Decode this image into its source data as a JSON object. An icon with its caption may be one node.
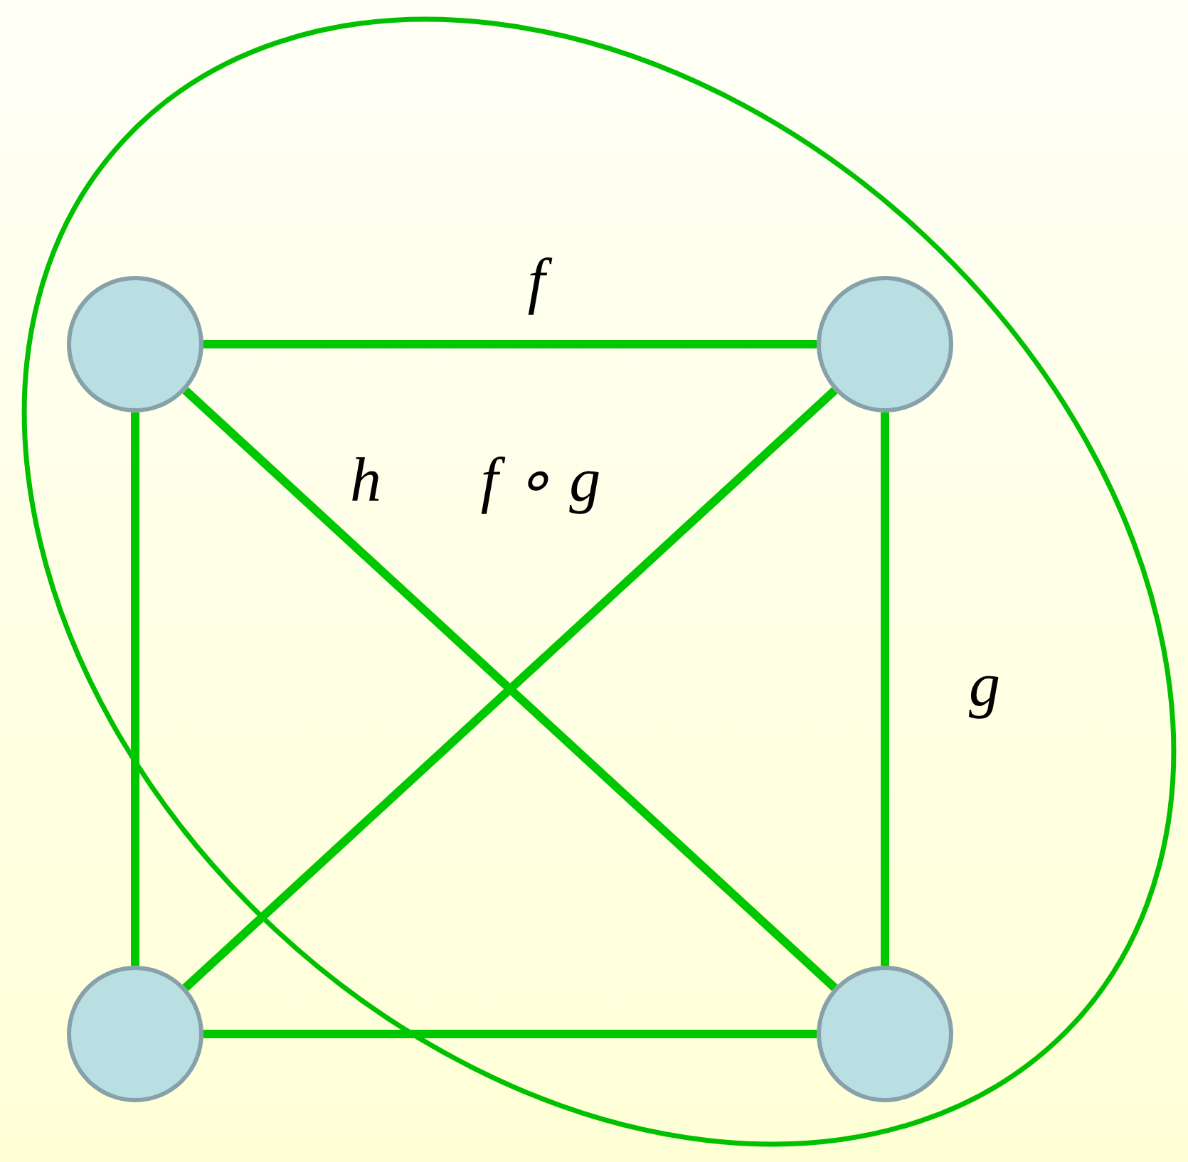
{
  "diagram": {
    "nodes": [
      {
        "text": [],
        "shape": "circle"
      },
      {
        "text": [],
        "shape": "circle"
      },
      {
        "text": [],
        "shape": "circle"
      },
      {
        "text": [],
        "shape": "circle"
      }
    ],
    "edges": [
      {
        "from": 0,
        "to": 1,
        "arrow": "none",
        "label": "f"
      },
      {
        "from": 0,
        "to": 2,
        "arrow": "none"
      },
      {
        "from": 0,
        "to": 3,
        "arrow": "none"
      },
      {
        "from": 1,
        "to": 3,
        "arrow": "none",
        "label": "g"
      },
      {
        "from": 1,
        "to": 2,
        "arrow": "none"
      },
      {
        "from": 2,
        "to": 3,
        "arrow": "none"
      }
    ],
    "labels": [
      "h",
      "f ∘ g"
    ]
  }
}
